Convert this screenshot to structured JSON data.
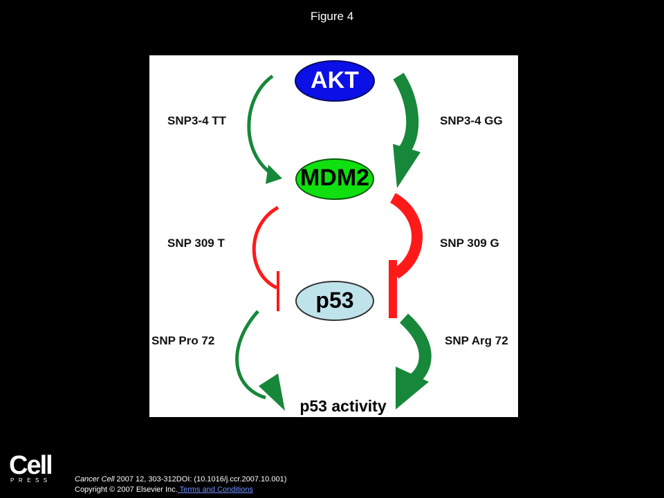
{
  "slide": {
    "title": "Figure 4"
  },
  "diagram": {
    "nodes": {
      "akt": "AKT",
      "mdm2": "MDM2",
      "p53": "p53",
      "activity": "p53 activity"
    },
    "edges": {
      "snp34_tt": "SNP3-4 TT",
      "snp34_gg": "SNP3-4 GG",
      "snp309_t": "SNP 309 T",
      "snp309_g": "SNP 309 G",
      "snp_pro72": "SNP Pro 72",
      "snp_arg72": "SNP Arg 72"
    },
    "colors": {
      "akt_fill": "#0a10e6",
      "mdm2_fill": "#10e010",
      "p53_fill": "#bfe3ea",
      "activation_arrow": "#17873a",
      "inhibition": "#ff1a1a"
    }
  },
  "footer": {
    "logo": "Cell",
    "logo_sub": "PRESS",
    "journal": "Cancer Cell",
    "citation_rest": " 2007 12, 303-312DOI: (10.1016/j.ccr.2007.10.001)",
    "copyright": "Copyright © 2007 Elsevier Inc.",
    "terms_link": " Terms and Conditions"
  }
}
